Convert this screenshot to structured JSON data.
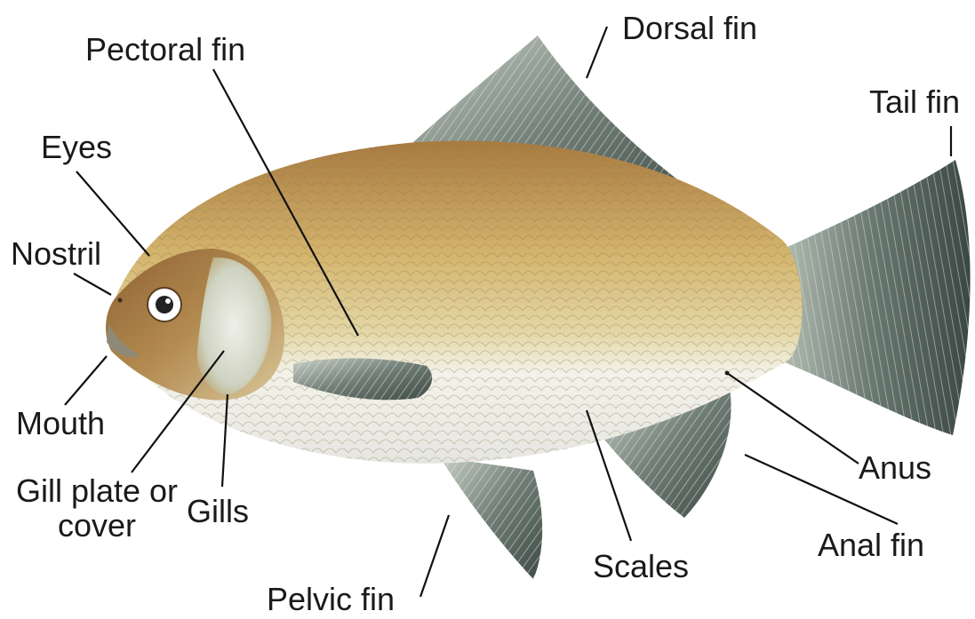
{
  "labels": {
    "dorsal_fin": "Dorsal fin",
    "pectoral_fin": "Pectoral fin",
    "tail_fin": "Tail fin",
    "eyes": "Eyes",
    "nostril": "Nostril",
    "mouth": "Mouth",
    "gill_plate": "Gill plate or cover",
    "gills": "Gills",
    "anus": "Anus",
    "anal_fin": "Anal fin",
    "scales": "Scales",
    "pelvic_fin": "Pelvic fin"
  },
  "colors": {
    "body_top": "#b58a4a",
    "body_mid": "#d9c07a",
    "belly": "#f2f1ea",
    "fin": "#5f6e68",
    "fin_ray": "#c9cfc6",
    "head": "#a77a43",
    "leader_line": "#111111"
  }
}
